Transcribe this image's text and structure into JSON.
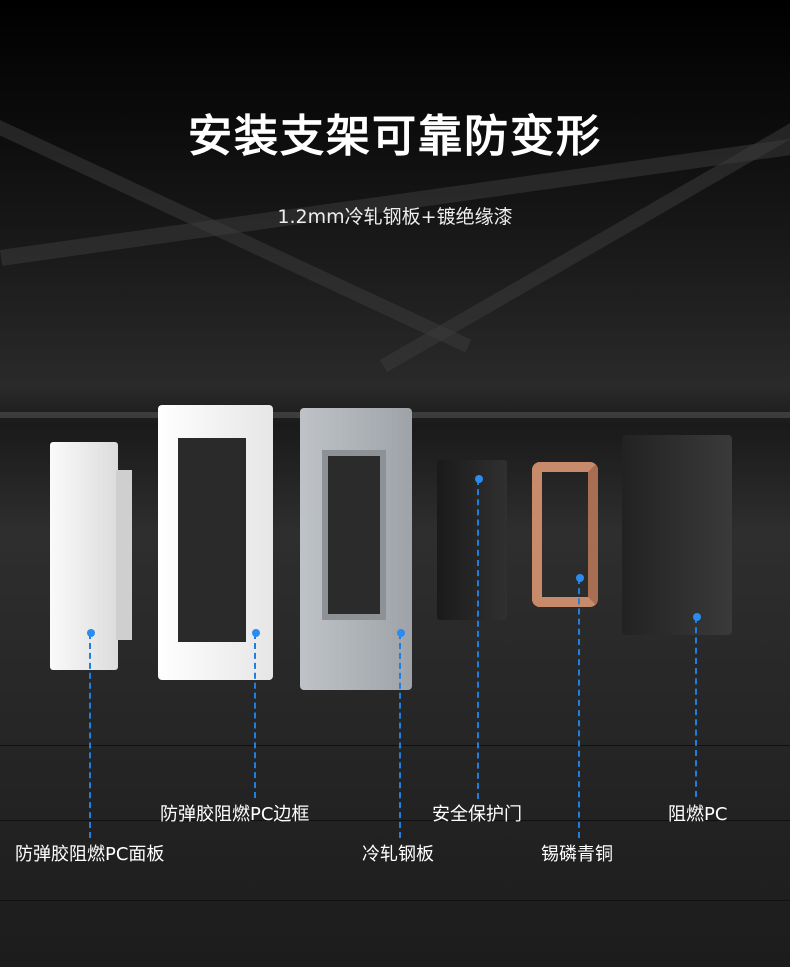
{
  "title": "安装支架可靠防变形",
  "subtitle": "1.2mm冷轧钢板+镀绝缘漆",
  "labels": {
    "faceplate": "防弹胶阻燃PC面板",
    "frame": "防弹胶阻燃PC边框",
    "steel_plate": "冷轧钢板",
    "safety_door": "安全保护门",
    "bronze": "锡磷青铜",
    "base": "阻燃PC"
  },
  "colors": {
    "accent": "#1e7fe0"
  }
}
